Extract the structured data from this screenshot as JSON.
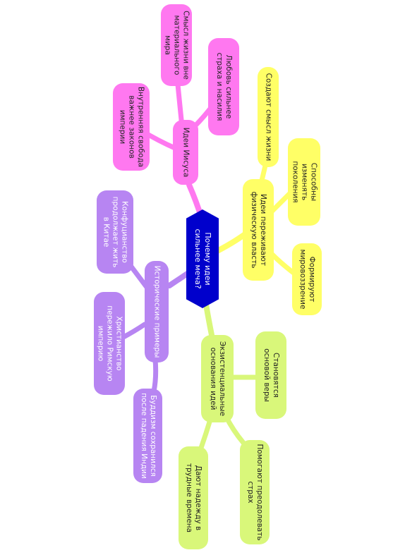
{
  "colors": {
    "center": "#0000cc",
    "pink": "#ff78f0",
    "yellow": "#ffff66",
    "green": "#d9f77a",
    "purple": "#b785f2"
  },
  "center": {
    "label": "Почему идеи сильнее меча?"
  },
  "branches": {
    "jesus": {
      "label": "Идеи Иисуса",
      "items": [
        "Смысл жизни вне материального мира",
        "Любовь сильнее страха и насилия",
        "Внутренняя свобода важнее законов империи"
      ]
    },
    "survive": {
      "label": "Идеи переживают физическую власть",
      "items": [
        "Создают смысл жизни",
        "Способны изменять поколения",
        "Формируют мировоззрение"
      ]
    },
    "history": {
      "label": "Исторические примеры",
      "items": [
        "Конфуцианство продолжает жить в Китае",
        "Христианство пережило Римскую империю",
        "Буддизм сохранился после падения Индии"
      ]
    },
    "existential": {
      "label": "Экзистенциальные основания идей",
      "items": [
        "Становятся основой веры",
        "Помогают преодолевать страх",
        "Дают надежду в трудные времена"
      ]
    }
  }
}
